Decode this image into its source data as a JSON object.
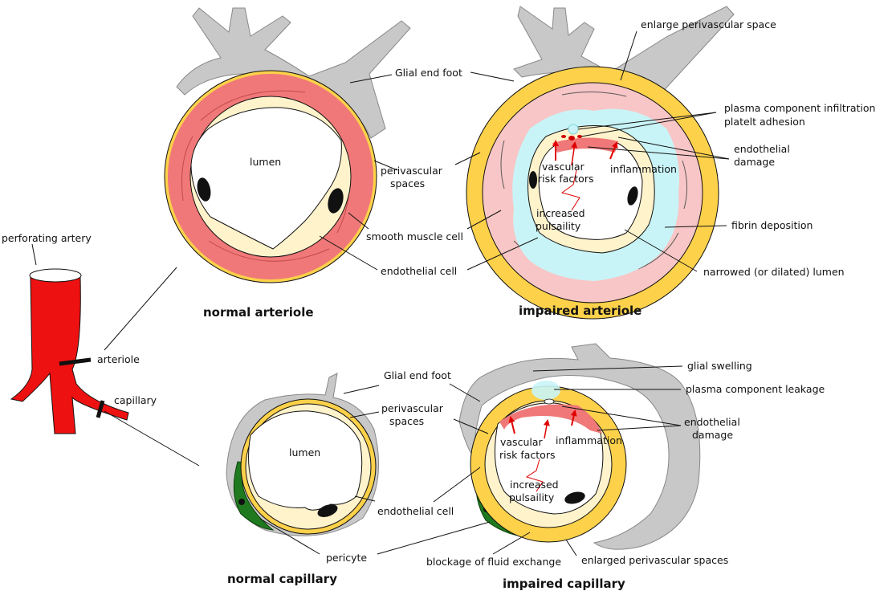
{
  "titles": {
    "normal_arteriole": "normal arteriole",
    "impaired_arteriole": "impaired arteriole",
    "normal_capillary": "normal capillary",
    "impaired_capillary": "impaired capillary"
  },
  "labels": {
    "perforating_artery": "perforating artery",
    "arteriole": "arteriole",
    "capillary": "capillary",
    "glial_end_foot_top": "Glial end foot",
    "lumen_arteriole": "lumen",
    "perivascular_spaces_line1": "perivascular",
    "perivascular_spaces_line2": "spaces",
    "smooth_muscle_cell": "smooth muscle cell",
    "endothelial_cell_arteriole": "endothelial cell",
    "enlarge_perivascular_space": "enlarge perivascular space",
    "plasma_component_infiltration": "plasma component infiltration",
    "platelet_adhesion": "platelt adhesion",
    "endothelial_damage_line1": "endothelial",
    "endothelial_damage_line2": "damage",
    "vascular_line1": "vascular",
    "risk_factors": "risk factors",
    "inflammation": "inflammation",
    "increased_line1": "increased",
    "pulsaility": "pulsaility",
    "fibrin_deposition": "fibrin deposition",
    "narrowed_lumen": "narrowed (or dilated) lumen",
    "glial_end_foot_cap": "Glial end foot",
    "perivascular_cap_line1": "perivascular",
    "perivascular_cap_line2": "spaces",
    "lumen_capillary": "lumen",
    "endothelial_cell_cap": "endothelial cell",
    "pericyte": "pericyte",
    "glial_swelling": "glial swelling",
    "plasma_component_leakage": "plasma component leakage",
    "endothelial_damage_cap_line1": "endothelial",
    "endothelial_damage_cap_line2": "damage",
    "vascular_cap_line1": "vascular",
    "risk_factors_cap": "risk factors",
    "inflammation_cap": "inflammation",
    "increased_cap_line1": "increased",
    "pulsaility_cap": "pulsaility",
    "blockage_fluid_exchange": "blockage of fluid exchange",
    "enlarged_perivascular_spaces": "enlarged perivascular spaces"
  },
  "colors": {
    "artery_red": "#ee1111",
    "smooth_muscle": "#f07878",
    "endothelium": "#fff3cc",
    "perivascular_yellow": "#fdd14a",
    "glia_gray": "#c8c8c8",
    "infiltration_cyan": "#c9f4f7",
    "impaired_pink": "#f8c6c6",
    "pericyte_green": "#1f7a1f",
    "arrow_red": "#e00000"
  }
}
